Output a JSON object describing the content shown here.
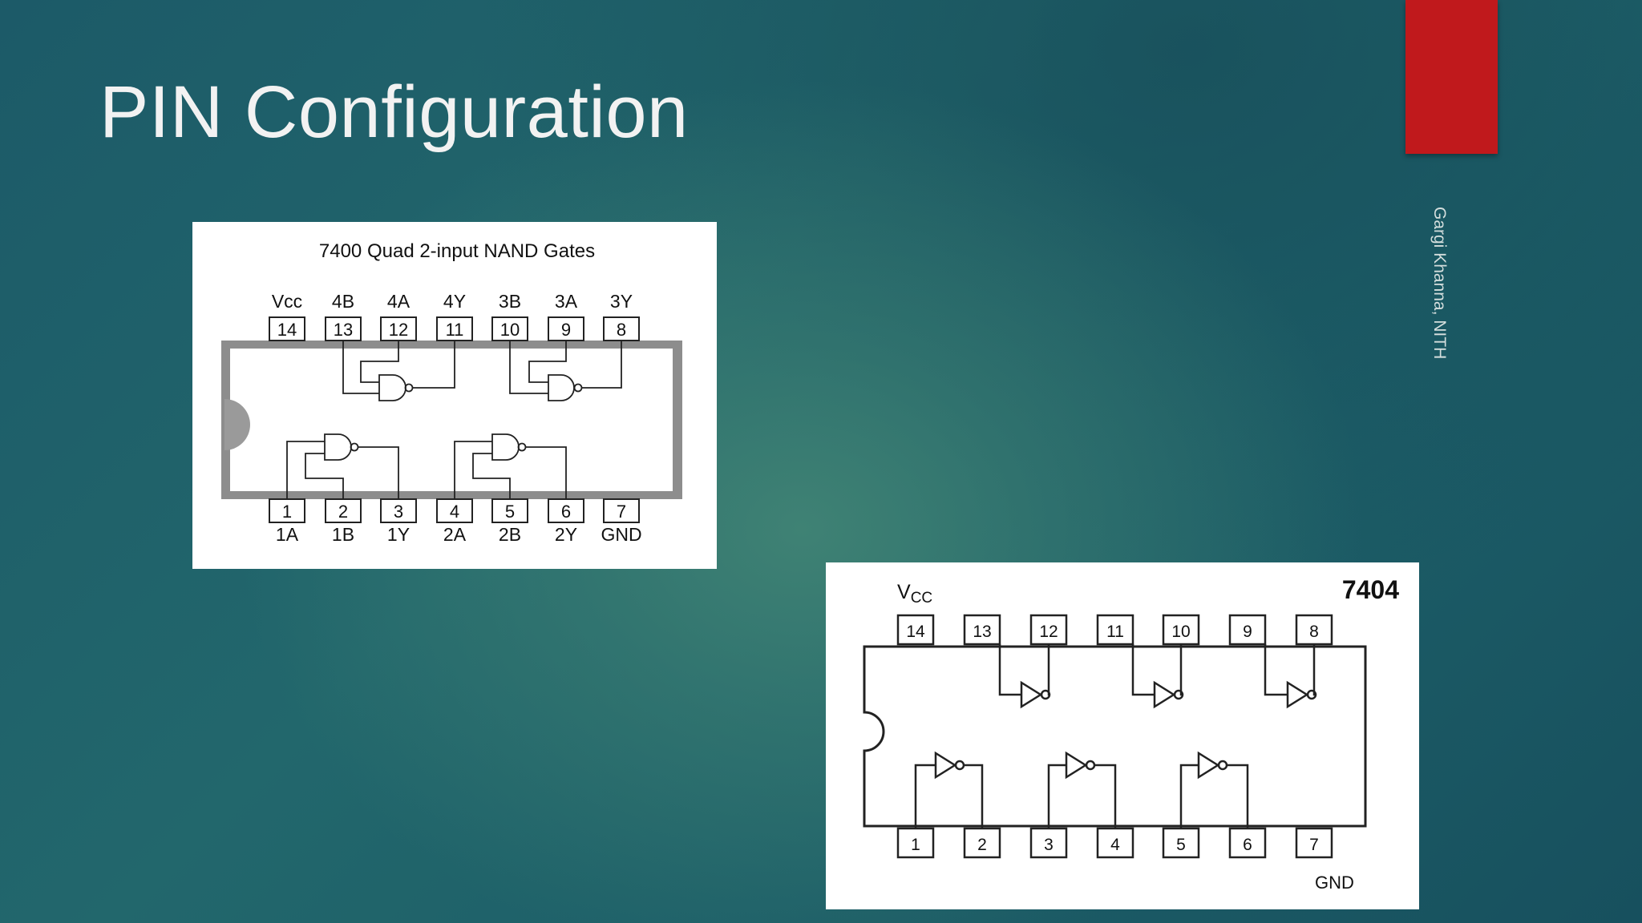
{
  "slide": {
    "title": "PIN Configuration",
    "side_text": "Gargi Khanna, NITH",
    "accent_color": "#c0191c"
  },
  "ic_7400": {
    "caption": "7400 Quad 2-input NAND Gates",
    "top_pins": [
      {
        "number": "14",
        "label": "Vcc"
      },
      {
        "number": "13",
        "label": "4B"
      },
      {
        "number": "12",
        "label": "4A"
      },
      {
        "number": "11",
        "label": "4Y"
      },
      {
        "number": "10",
        "label": "3B"
      },
      {
        "number": "9",
        "label": "3A"
      },
      {
        "number": "8",
        "label": "3Y"
      }
    ],
    "bottom_pins": [
      {
        "number": "1",
        "label": "1A"
      },
      {
        "number": "2",
        "label": "1B"
      },
      {
        "number": "3",
        "label": "1Y"
      },
      {
        "number": "4",
        "label": "2A"
      },
      {
        "number": "5",
        "label": "2B"
      },
      {
        "number": "6",
        "label": "2Y"
      },
      {
        "number": "7",
        "label": "GND"
      }
    ]
  },
  "ic_7404": {
    "part_number": "7404",
    "vcc_label_main": "V",
    "vcc_label_sub": "CC",
    "gnd_label": "GND",
    "top_pins": [
      "14",
      "13",
      "12",
      "11",
      "10",
      "9",
      "8"
    ],
    "bottom_pins": [
      "1",
      "2",
      "3",
      "4",
      "5",
      "6",
      "7"
    ]
  }
}
